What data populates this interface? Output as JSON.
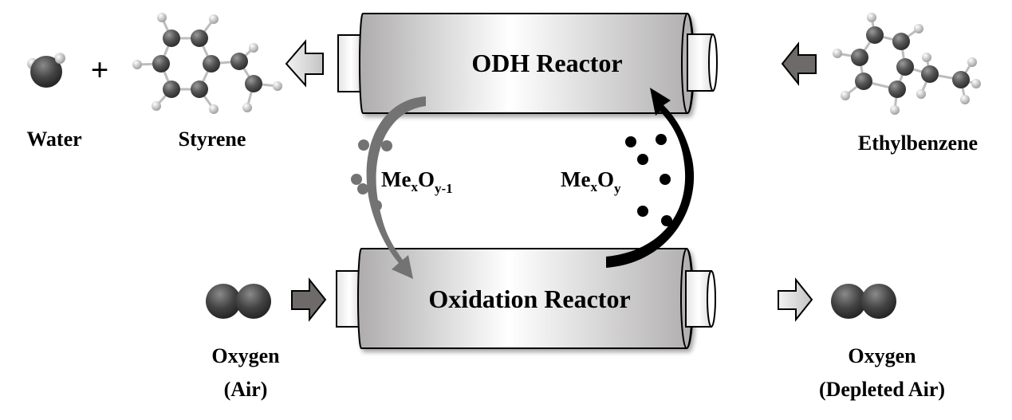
{
  "reactors": {
    "top": {
      "label": "ODH Reactor"
    },
    "bottom": {
      "label": "Oxidation Reactor"
    }
  },
  "species": {
    "water": "Water",
    "styrene": "Styrene",
    "ethylbenzene": "Ethylbenzene",
    "oxygen_in": {
      "line1": "Oxygen",
      "line2": "(Air)"
    },
    "oxygen_out": {
      "line1": "Oxygen",
      "line2": "(Depleted Air)"
    }
  },
  "carriers": {
    "reduced": {
      "base": "Me",
      "sub1": "x",
      "mid": "O",
      "sub2": "y-1"
    },
    "oxidized": {
      "base": "Me",
      "sub1": "x",
      "mid": "O",
      "sub2": "y"
    }
  },
  "plus_sign": "+",
  "colors": {
    "reduced_carrier": "#737373",
    "oxidized_carrier": "#000000",
    "reactor_shade": "#b5b3b3"
  }
}
